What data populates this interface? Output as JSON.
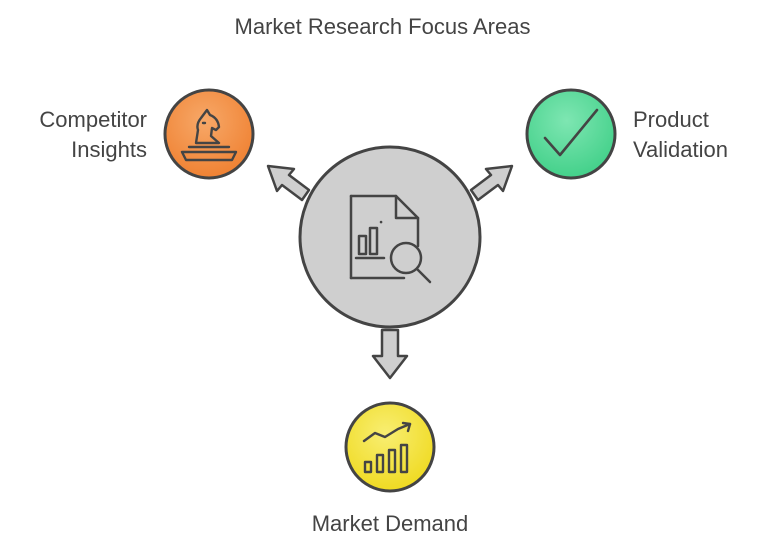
{
  "title": "Market Research Focus Areas",
  "center": {
    "icon": "document-analysis-icon"
  },
  "nodes": [
    {
      "id": "competitor",
      "label_line1": "Competitor",
      "label_line2": "Insights",
      "icon": "chess-knight-icon",
      "color": "#F28A3E"
    },
    {
      "id": "product",
      "label_line1": "Product",
      "label_line2": "Validation",
      "icon": "checkmark-icon",
      "color": "#4BD48F"
    },
    {
      "id": "demand",
      "label": "Market Demand",
      "icon": "growth-chart-icon",
      "color": "#F2E02E"
    }
  ],
  "colors": {
    "center_fill": "#CFCFCF",
    "stroke": "#444444",
    "arrow_fill": "#CFCFCF",
    "text": "#444444"
  }
}
